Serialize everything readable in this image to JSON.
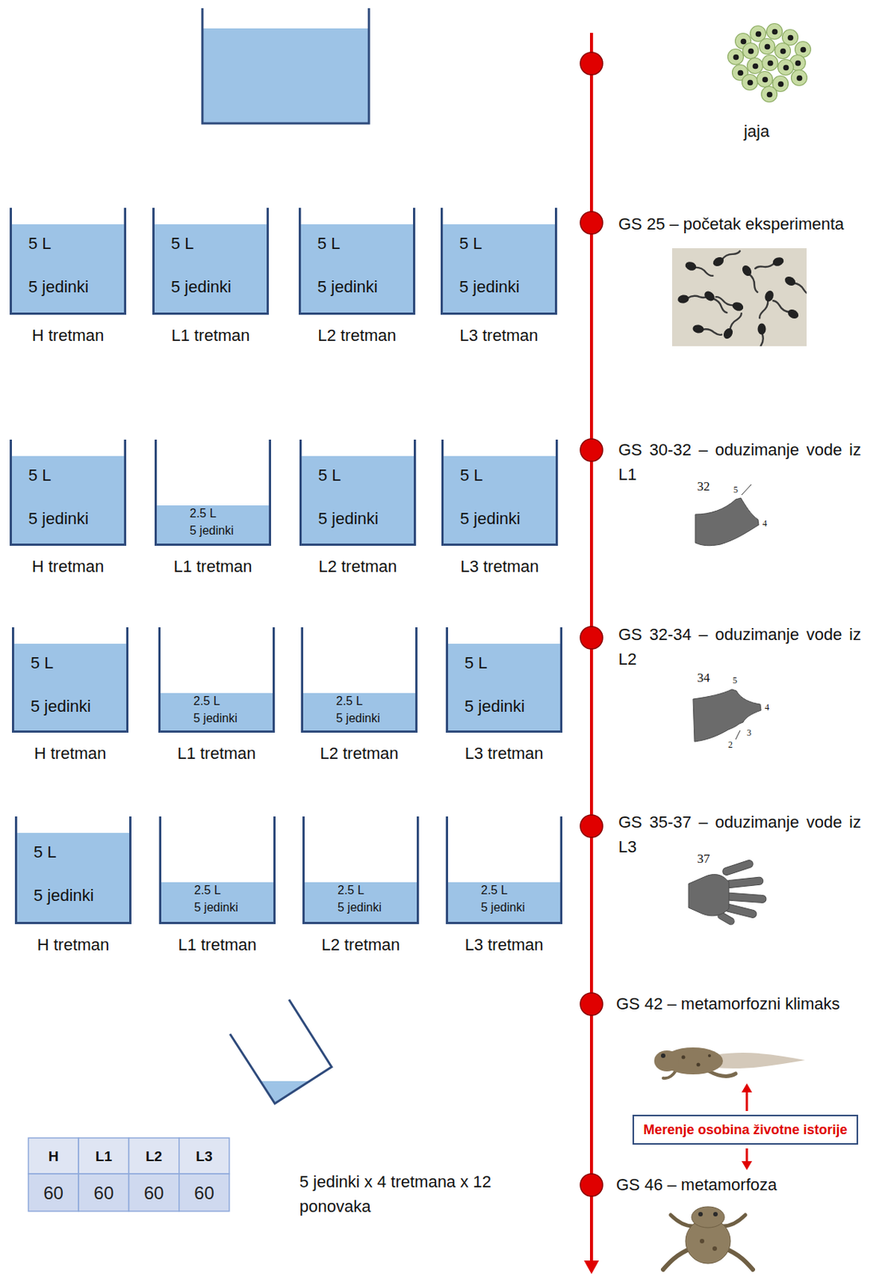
{
  "diagram": {
    "nodes": [
      {
        "text": [
          "5 L",
          "5 jedinki",
          "H tretman"
        ]
      },
      {
        "text": [
          "5 L",
          "5 jedinki",
          "L1 tretman"
        ]
      },
      {
        "text": [
          "5 L",
          "5 jedinki",
          "L2 tretman"
        ]
      },
      {
        "text": [
          "5 L",
          "5 jedinki",
          "L3 tretman"
        ]
      },
      {
        "text": [
          "5 L",
          "5 jedinki",
          "H tretman"
        ]
      },
      {
        "text": [
          "2.5 L",
          "5 jedinki",
          "L1 tretman"
        ]
      },
      {
        "text": [
          "5 L",
          "5 jedinki",
          "L2 tretman"
        ]
      },
      {
        "text": [
          "5 L",
          "5 jedinki",
          "L3 tretman"
        ]
      },
      {
        "text": [
          "5 L",
          "5 jedinki",
          "H tretman"
        ]
      },
      {
        "text": [
          "2.5 L",
          "5 jedinki",
          "L1 tretman"
        ]
      },
      {
        "text": [
          "2.5 L",
          "5 jedinki",
          "L2 tretman"
        ]
      },
      {
        "text": [
          "5 L",
          "5 jedinki",
          "L3 tretman"
        ]
      },
      {
        "text": [
          "5 L",
          "5 jedinki",
          "H tretman"
        ]
      },
      {
        "text": [
          "2.5 L",
          "5 jedinki",
          "L1 tretman"
        ]
      },
      {
        "text": [
          "2.5 L",
          "5 jedinki",
          "L2 tretman"
        ]
      },
      {
        "text": [
          "2.5 L",
          "5 jedinki",
          "L3 tretman"
        ]
      },
      {
        "text": [
          "Merenje osobina životne istorije"
        ]
      }
    ],
    "labels": [
      "jaja",
      "GS 25 – početak eksperimenta",
      "GS 30-32 – oduzimanje vode iz L1",
      "32",
      "5",
      "4",
      "GS 32-34 – oduzimanje vode iz L2",
      "34",
      "5",
      "4",
      "3",
      "2",
      "GS 35-37 – oduzimanje vode iz L3",
      "37",
      "GS 42 – metamorfozni klimaks",
      "H",
      "L1",
      "L2",
      "L3",
      "60",
      "60",
      "60",
      "60",
      "5 jedinki x 4 tretmana x 12 ponovaka",
      "GS 46 – metamorfoza"
    ]
  }
}
